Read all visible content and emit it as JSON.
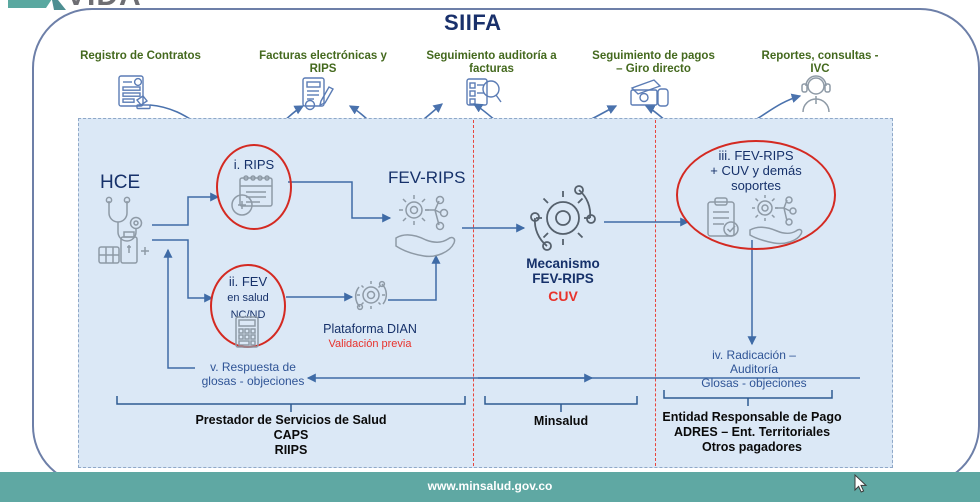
{
  "logo": {
    "text": "VIDA"
  },
  "title": "SIIFA",
  "top_labels": [
    {
      "id": "registro-contratos",
      "text": "Registro de Contratos",
      "icon": "contract-document-icon"
    },
    {
      "id": "facturas-electronicas",
      "text": "Facturas electrónicas y\nRIPS",
      "icon": "invoice-pen-icon"
    },
    {
      "id": "seguimiento-auditoria",
      "text": "Seguimiento auditoría a\nfacturas",
      "icon": "checklist-magnifier-icon"
    },
    {
      "id": "seguimiento-pagos",
      "text": "Seguimiento de pagos\n– Giro directo",
      "icon": "money-payment-icon"
    },
    {
      "id": "reportes-consultas",
      "text": "Reportes, consultas -\nIVC",
      "icon": "agent-headset-icon"
    }
  ],
  "diagram": {
    "hce": {
      "label": "HCE",
      "icon": "stethoscope-medicine-icon"
    },
    "step_i": {
      "line1": "i. RIPS",
      "icon": "medical-records-calendar-icon"
    },
    "step_ii": {
      "line1": "ii. FEV",
      "line2": "en salud",
      "line3": "NC/ND",
      "icon": "calculator-invoice-icon"
    },
    "fevrips_label": "FEV-RIPS",
    "fevrips_icon": "gear-hand-icon",
    "dian": {
      "label": "Plataforma DIAN",
      "sub": "Validación previa",
      "icon": "gear-cycle-icon"
    },
    "mecanismo": {
      "line1": "Mecanismo",
      "line2": "FEV-RIPS",
      "cuv": "CUV",
      "icon": "gear-network-icon"
    },
    "step_iii": {
      "line1": "iii. FEV-RIPS",
      "line2": "+ CUV y demás",
      "line3": "soportes",
      "icon_left": "clipboard-check-icon",
      "icon_right": "gear-hand-icon"
    },
    "step_iv": {
      "line1": "iv. Radicación –",
      "line2": "Auditoría",
      "line3": "Glosas - objeciones"
    },
    "step_v": {
      "line1": "v. Respuesta de",
      "line2": "glosas - objeciones"
    }
  },
  "actors": [
    {
      "id": "prestador",
      "lines": [
        "Prestador de Servicios de Salud",
        "CAPS",
        "RIIPS"
      ]
    },
    {
      "id": "minsalud",
      "lines": [
        "Minsalud"
      ]
    },
    {
      "id": "pagador",
      "lines": [
        "Entidad Responsable de Pago",
        "ADRES – Ent. Territoriales",
        "Otros pagadores"
      ]
    }
  ],
  "footer": {
    "url": "www.minsalud.gov.co"
  },
  "colors": {
    "panel_bg": "#dbe8f6",
    "accent_navy": "#16316a",
    "accent_red": "#e8322c",
    "label_green": "#44691e",
    "footer_teal": "#5fa8a3",
    "arrow_blue": "#4a72ad"
  }
}
